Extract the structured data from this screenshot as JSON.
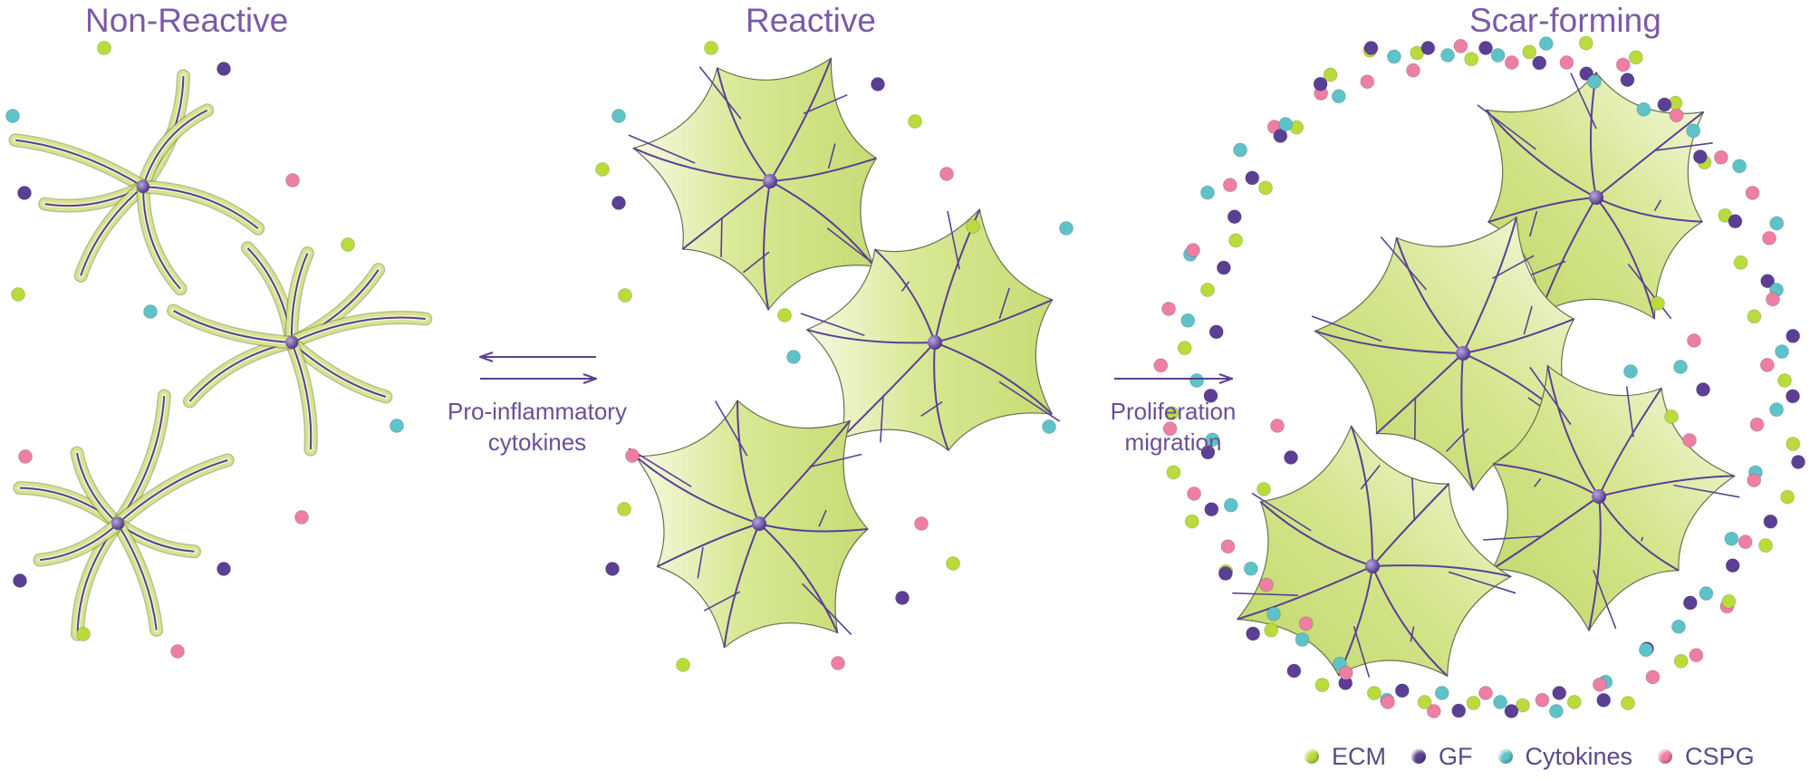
{
  "panels": {
    "non_reactive": {
      "title": "Non-Reactive"
    },
    "reactive": {
      "title": "Reactive"
    },
    "scar_forming": {
      "title": "Scar-forming"
    }
  },
  "transitions": {
    "first": {
      "line1": "Pro-inflammatory",
      "line2": "cytokines"
    },
    "second": {
      "line1": "Proliferation",
      "line2": "migration"
    }
  },
  "legend": [
    {
      "label": "ECM",
      "color": "#b9dc3c"
    },
    {
      "label": "GF",
      "color": "#5b3f95"
    },
    {
      "label": "Cytokines",
      "color": "#5ec3c9"
    },
    {
      "label": "CSPG",
      "color": "#ee7fa4"
    }
  ],
  "colors": {
    "cell_fill": "#d3e48b",
    "cell_light": "#f4f8dc",
    "process_line": "#5b3f95",
    "title_text": "#7b5aa6",
    "arrow": "#5b3f95"
  }
}
